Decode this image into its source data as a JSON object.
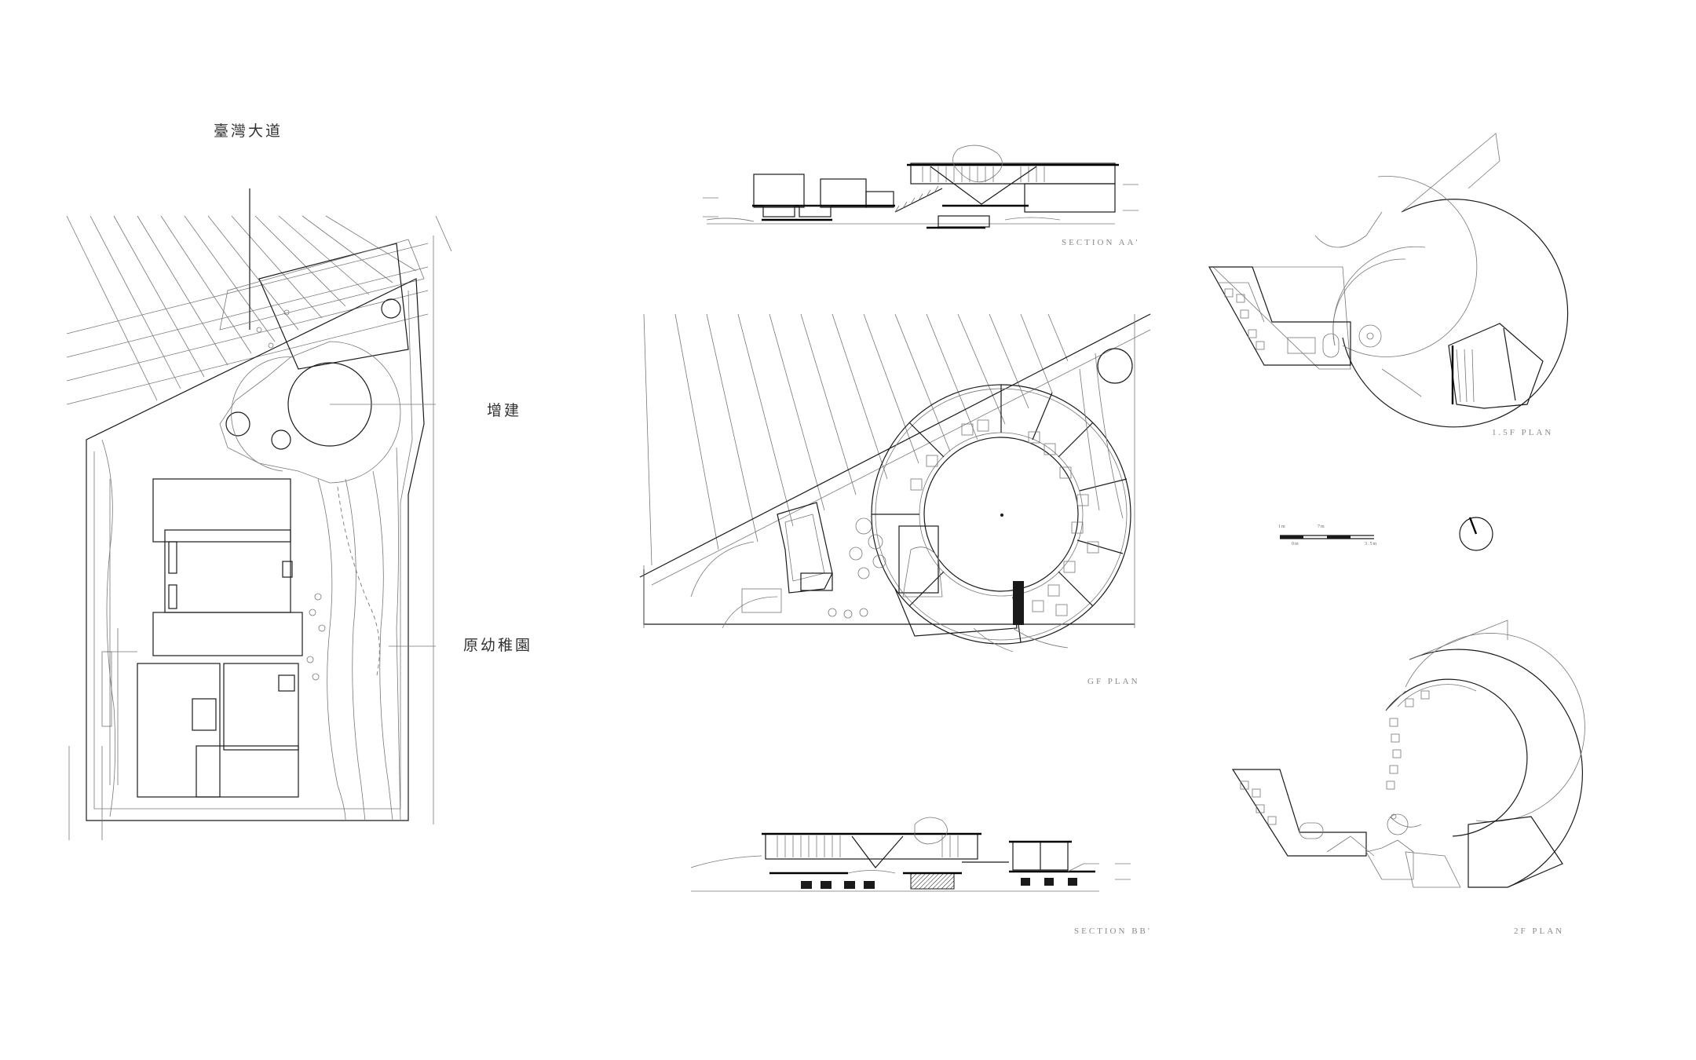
{
  "sheet": {
    "background": "#ffffff",
    "line_color": "#1a1a1a",
    "caption_color": "#8a8a8a"
  },
  "site_plan": {
    "road_label": "臺灣大道",
    "extension_label": "增建",
    "original_label": "原幼稚園"
  },
  "drawings": {
    "section_aa_title": "SECTION AA'",
    "section_bb_title": "SECTION BB'",
    "gf_plan_title": "GF PLAN",
    "plan_15f_title": "1.5F PLAN",
    "plan_2f_title": "2F PLAN"
  },
  "scale_bar": {
    "ticks_top": [
      "1m",
      "7m"
    ],
    "ticks_bottom": [
      "0m",
      "3.5m"
    ]
  },
  "north_arrow": {
    "icon": "north-arrow-icon"
  }
}
